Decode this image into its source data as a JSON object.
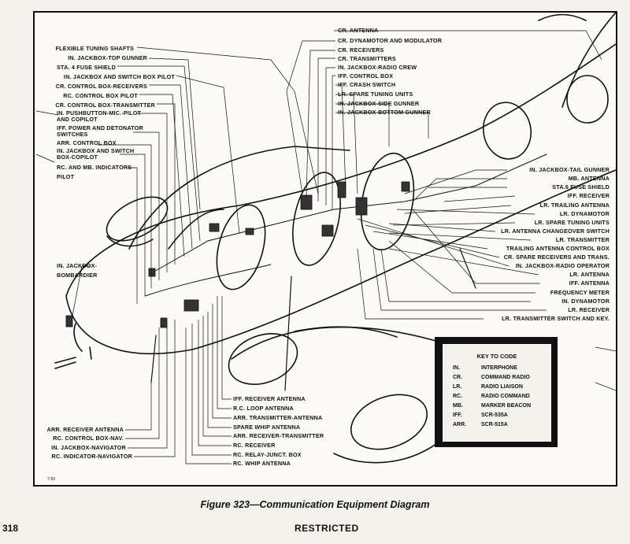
{
  "caption": "Figure 323—Communication Equipment Diagram",
  "page_number": "318",
  "footer": "RESTRICTED",
  "drawing_code": "7-50",
  "left_labels": [
    "FLEXIBLE TUNING SHAFTS",
    "IN. JACKBOX-TOP GUNNER",
    "STA. 4 FUSE SHIELD",
    "IN. JACKBOX AND SWITCH BOX PILOT",
    "CR. CONTROL BOX-RECEIVERS",
    "RC. CONTROL BOX PILOT",
    "CR. CONTROL BOX-TRANSMITTER",
    "IN. PUSHBUTTON-MIC.-PILOT",
    "AND COPILOT",
    "IFF. POWER AND DETONATOR",
    "SWITCHES",
    "ARR. CONTROL BOX",
    "IN. JACKBOX AND SWITCH",
    "BOX-COPILOT",
    "RC. AND MB. INDICATORS-",
    "PILOT"
  ],
  "bombardier_label": [
    "IN. JACKBOX-",
    "BOMBARDIER"
  ],
  "top_labels": [
    "CR. ANTENNA",
    "CR. DYNAMOTOR AND MODULATOR",
    "CR. RECEIVERS",
    "CR. TRANSMITTERS",
    "IN. JACKBOX-RADIO CREW",
    "IFF. CONTROL BOX",
    "IFF. CRASH SWITCH",
    "LR. SPARE TUNING UNITS",
    "IN. JACKBOX-SIDE GUNNER",
    "IN. JACKBOX-BOTTOM GUNNER"
  ],
  "right_labels": [
    "IN. JACKBOX-TAIL GUNNER",
    "MB. ANTENNA",
    "STA.6 FUSE SHIELD",
    "IFF. RECEIVER",
    "LR. TRAILING ANTENNA",
    "LR. DYNAMOTOR",
    "LR. SPARE TUNING UNITS",
    "LR. ANTENNA CHANGEOVER SWITCH",
    "LR. TRANSMITTER",
    "TRAILING ANTENNA CONTROL BOX",
    "CR. SPARE RECEIVERS AND TRANS.",
    "IN. JACKBOX-RADIO OPERATOR",
    "LR. ANTENNA",
    "IFF. ANTENNA",
    "FREQUENCY METER",
    "IN. DYNAMOTOR",
    "LR. RECEIVER",
    "LR. TRANSMITTER SWITCH AND KEY."
  ],
  "bottom_center_labels": [
    "IFF. RECEIVER ANTENNA",
    "R.C. LOOP ANTENNA",
    "ARR. TRANSMITTER-ANTENNA",
    "SPARE WHIP ANTENNA",
    "ARR. RECEIVER-TRANSMITTER",
    "RC. RECEIVER",
    "RC. RELAY-JUNCT. BOX",
    "RC. WHIP ANTENNA"
  ],
  "bottom_left_labels": [
    "ARR. RECEIVER ANTENNA",
    "RC. CONTROL BOX-NAV.",
    "IN. JACKBOX-NAVIGATOR",
    "RC. INDICATOR-NAVIGATOR"
  ],
  "key": {
    "title": "KEY TO CODE",
    "rows": [
      {
        "abbr": "IN.",
        "meaning": "INTERPHONE"
      },
      {
        "abbr": "CR.",
        "meaning": "COMMAND RADIO"
      },
      {
        "abbr": "LR.",
        "meaning": "RADIO LIAISON"
      },
      {
        "abbr": "RC.",
        "meaning": "RADIO COMMAND"
      },
      {
        "abbr": "MB.",
        "meaning": "MARKER BEACON"
      },
      {
        "abbr": "IFF.",
        "meaning": "SCR-535A"
      },
      {
        "abbr": "ARR.",
        "meaning": "SCR-515A"
      }
    ]
  }
}
